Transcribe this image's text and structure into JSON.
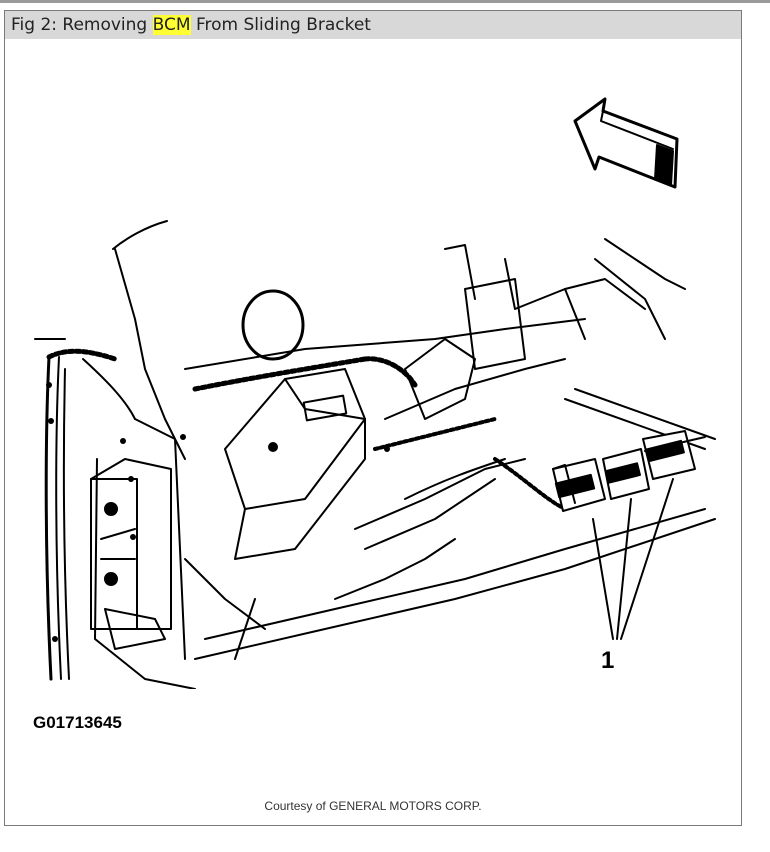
{
  "title": {
    "prefix": "Fig 2: Removing ",
    "highlight": "BCM",
    "suffix": " From Sliding Bracket"
  },
  "figure_code": "G01713645",
  "callout_label": "1",
  "courtesy": "Courtesy of GENERAL MOTORS CORP.",
  "colors": {
    "highlight": "#ffff33",
    "title_bar": "#d8d8d8",
    "line": "#000000"
  }
}
